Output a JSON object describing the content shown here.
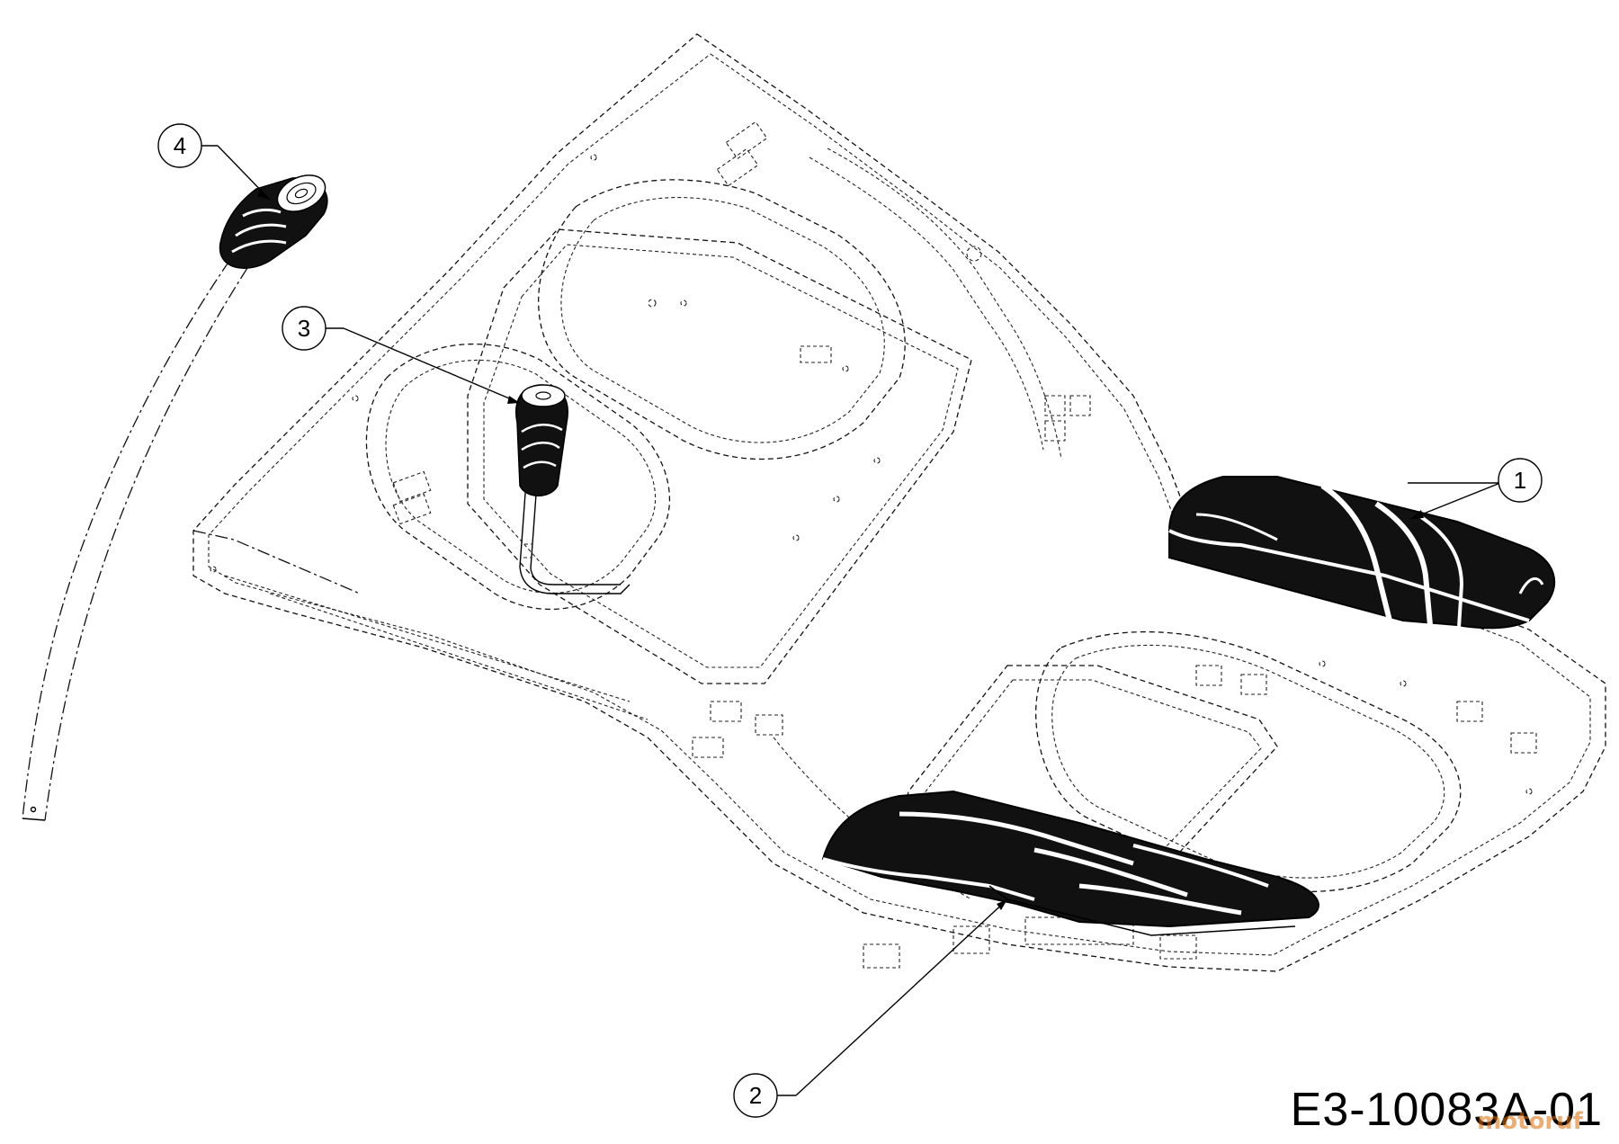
{
  "diagram": {
    "drawing_code": "E3-10083A-01",
    "watermark": "motoruf",
    "callouts": [
      {
        "number": "1",
        "part": "foot-pad-right"
      },
      {
        "number": "2",
        "part": "foot-pad-left"
      },
      {
        "number": "3",
        "part": "lever-knob"
      },
      {
        "number": "4",
        "part": "handle-grip"
      }
    ],
    "colors": {
      "line": "#000000",
      "background": "#ffffff",
      "part_fill": "#000000"
    }
  }
}
